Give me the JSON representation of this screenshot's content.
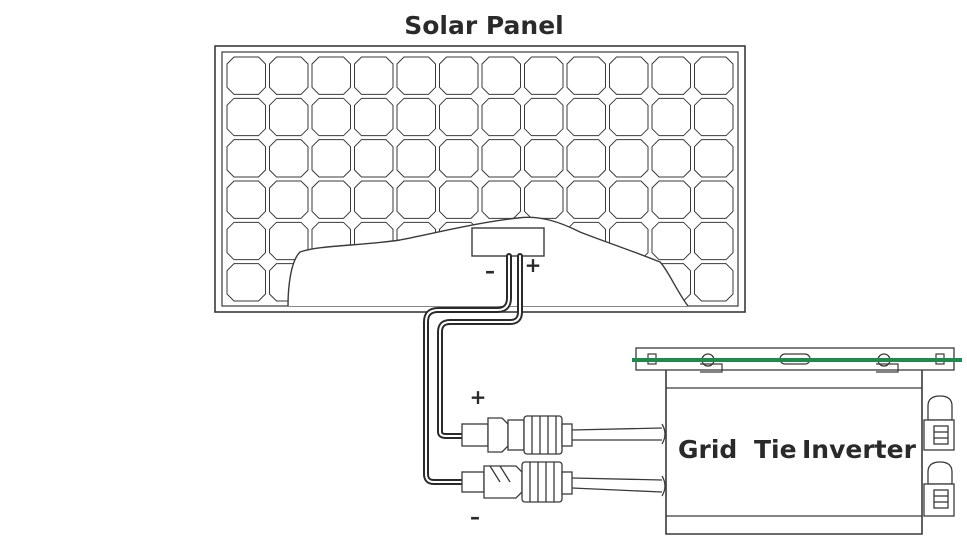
{
  "diagram": {
    "title": "Solar Panel",
    "device_label_part1": "Grid",
    "device_label_part2": "Tie",
    "device_label_part3": "Inverter",
    "panel_neg_label": "–",
    "panel_pos_label": "+",
    "connector_pos_label": "+",
    "connector_neg_label": "–"
  },
  "panel": {
    "cell_columns": 12,
    "cell_rows": 6
  },
  "colors": {
    "line": "#3a3a3a",
    "cable": "#2a2a2a",
    "rail": "#1f8a4c"
  }
}
